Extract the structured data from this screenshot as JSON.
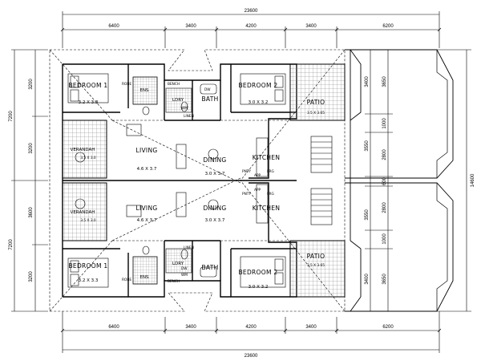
{
  "dimensions": {
    "overall_top": "23600",
    "overall_bottom": "23600",
    "top_segments": [
      "6400",
      "3400",
      "4200",
      "3400",
      "6200"
    ],
    "bottom_segments": [
      "6400",
      "3400",
      "4200",
      "3400",
      "6200"
    ],
    "left_outer": [
      "7200",
      "7200"
    ],
    "left_inner": [
      "3200",
      "3200",
      "3600",
      "3200"
    ],
    "right_overall": "14600",
    "right_a": [
      "3650",
      "1000",
      "2800",
      "600",
      "2800",
      "1000",
      "3650"
    ],
    "right_b": [
      "3400",
      "3550",
      "3550",
      "3400"
    ]
  },
  "rooms": {
    "bed1_top": {
      "name": "BEDROOM 1",
      "size": "3.2 X 3.3"
    },
    "bed2_top": {
      "name": "BEDROOM 2",
      "size": "3.0 X 3.2"
    },
    "bed1_bot": {
      "name": "BEDROOM 1",
      "size": "3.2 X 3.3"
    },
    "bed2_bot": {
      "name": "BEDROOM 2",
      "size": "3.0 X 3.2"
    },
    "living_top": {
      "name": "LIVING",
      "size": "4.6 X 3.7"
    },
    "living_bot": {
      "name": "LIVING",
      "size": "4.6 X 3.7"
    },
    "dining_top": {
      "name": "DINING",
      "size": "3.0 X 3.7"
    },
    "dining_bot": {
      "name": "DINING",
      "size": "3.0 X 3.7"
    },
    "kitchen_top": {
      "name": "KITCHEN"
    },
    "kitchen_bot": {
      "name": "KITCHEN"
    },
    "veranda_top": {
      "name": "VERANDAH",
      "size": "3.5 X 3.0"
    },
    "veranda_bot": {
      "name": "VERANDAH",
      "size": "3.5 X 3.0"
    },
    "patio_top": {
      "name": "PATIO",
      "size": "3.5 X 3.65"
    },
    "patio_bot": {
      "name": "PATIO",
      "size": "3.5 X 3.65"
    },
    "bath_top": {
      "name": "BATH"
    },
    "bath_bot": {
      "name": "BATH"
    },
    "ens_top": {
      "name": "ENS"
    },
    "ens_bot": {
      "name": "ENS"
    },
    "ldry_top": {
      "name": "LDRY"
    },
    "ldry_bot": {
      "name": "LDRY"
    }
  },
  "fixtures": {
    "robe": "ROBE",
    "bench": "BENCH",
    "linen": "LINEN",
    "dw": "DW",
    "wm": "WM",
    "pnty": "PNTY",
    "app": "APP",
    "frg": "FRG"
  }
}
